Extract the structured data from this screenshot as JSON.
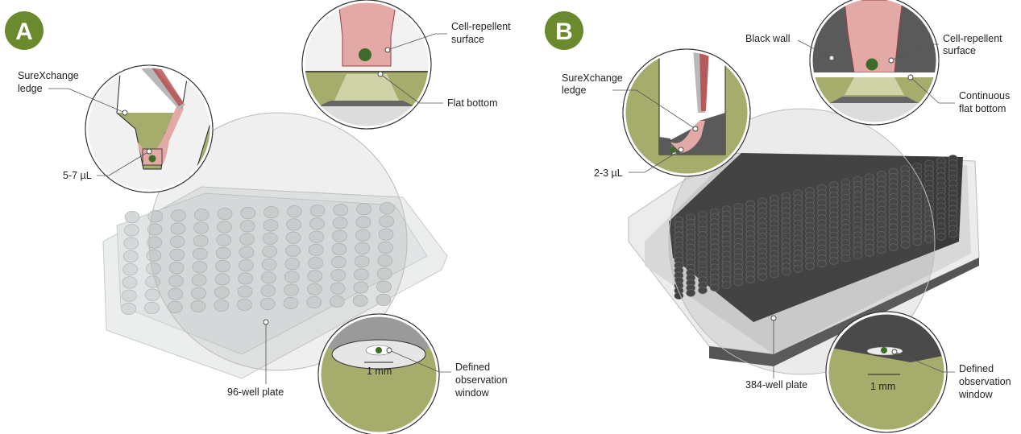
{
  "colors": {
    "badge": "#6b8a2e",
    "olive": "#a6ad6c",
    "pink": "#e3a9a6",
    "cell": "#3f6b2a",
    "dark_wall": "#5a5a5a"
  },
  "panel_a": {
    "badge": "A",
    "labels": {
      "ledge_line1": "SureXchange",
      "ledge_line2": "ledge",
      "volume": "5-7 µL",
      "surface_line1": "Cell-repellent",
      "surface_line2": "surface",
      "bottom": "Flat bottom",
      "plate": "96-well plate",
      "window_line1": "Defined",
      "window_line2": "observation",
      "window_line3": "window",
      "scale": "1 mm"
    }
  },
  "panel_b": {
    "badge": "B",
    "labels": {
      "wall": "Black wall",
      "ledge_line1": "SureXchange",
      "ledge_line2": "ledge",
      "volume": "2-3 µL",
      "surface_line1": "Cell-repellent",
      "surface_line2": "surface",
      "bottom_line1": "Continuous",
      "bottom_line2": "flat bottom",
      "plate": "384-well plate",
      "window_line1": "Defined",
      "window_line2": "observation",
      "window_line3": "window",
      "scale": "1 mm"
    }
  }
}
